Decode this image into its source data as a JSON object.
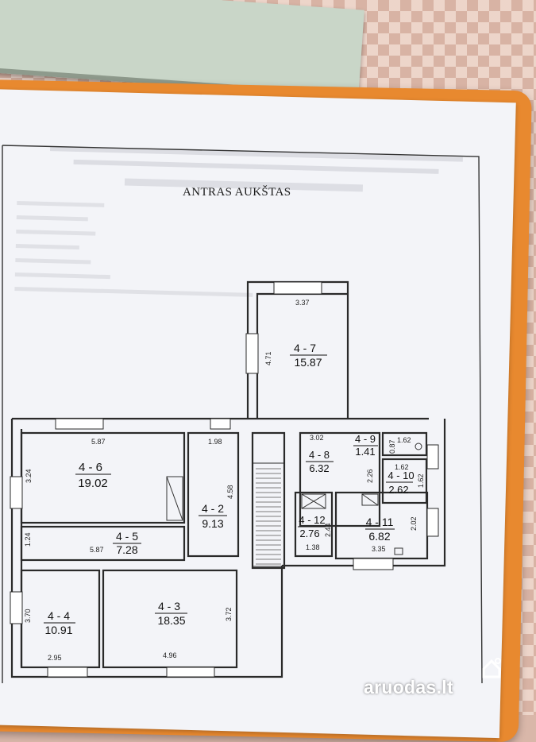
{
  "title": "ANTRAS AUKŠTAS",
  "watermark": "aruodas.lt",
  "rooms": [
    {
      "id": "4 - 7",
      "area": "15.87"
    },
    {
      "id": "4 - 6",
      "area": "19.02"
    },
    {
      "id": "4 - 2",
      "area": "9.13"
    },
    {
      "id": "4 - 8",
      "area": "6.32"
    },
    {
      "id": "4 - 9",
      "area": "1.41"
    },
    {
      "id": "4 - 10",
      "area": "2.62"
    },
    {
      "id": "4 - 12",
      "area": "2.76"
    },
    {
      "id": "4 - 11",
      "area": "6.82"
    },
    {
      "id": "4 - 5",
      "area": "7.28"
    },
    {
      "id": "4 - 4",
      "area": "10.91"
    },
    {
      "id": "4 - 3",
      "area": "18.35"
    }
  ],
  "dimensions": [
    "3.37",
    "4.71",
    "5.87",
    "3.24",
    "1.98",
    "4.58",
    "3.02",
    "0.87",
    "1.62",
    "1.62",
    "1.62",
    "2.26",
    "2.44",
    "2.02",
    "1.38",
    "3.35",
    "1.24",
    "5.87",
    "3.70",
    "3.72",
    "2.95",
    "4.96"
  ]
}
